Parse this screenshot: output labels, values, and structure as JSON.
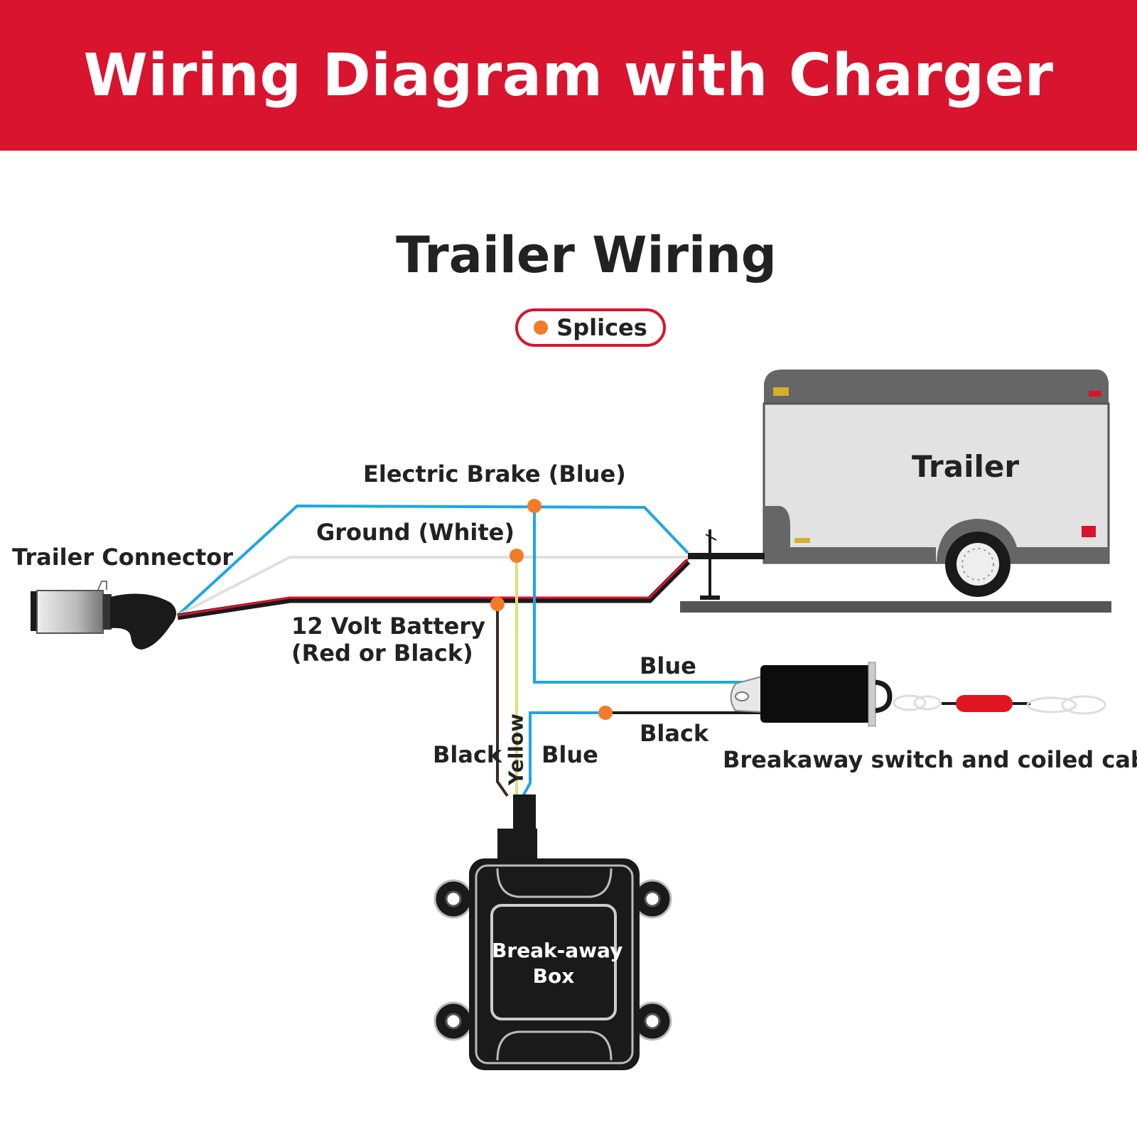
{
  "header": {
    "title": "Wiring Diagram with Charger"
  },
  "subtitle": "Trailer Wiring",
  "legend": {
    "label": "Splices",
    "icon": "splice-dot"
  },
  "labels": {
    "electric_brake": "Electric Brake (Blue)",
    "ground": "Ground (White)",
    "trailer_connector": "Trailer Connector",
    "battery_line1": "12 Volt Battery",
    "battery_line2": "(Red or Black)",
    "trailer": "Trailer",
    "blue_switch": "Blue",
    "black_switch": "Black",
    "black_box": "Black",
    "yellow_box": "Yellow",
    "blue_box": "Blue",
    "breakaway_switch": "Breakaway switch and coiled cable",
    "box_line1": "Break-away",
    "box_line2": "Box"
  },
  "colors": {
    "banner": "#d8142e",
    "wire_blue": "#1ba7e6",
    "wire_white": "#e0e0e0",
    "wire_red": "#d8142e",
    "wire_black": "#1a1a1a",
    "wire_yellow": "#d9e27a",
    "wire_brown": "#3a2a22",
    "splice": "#f47a2a"
  }
}
